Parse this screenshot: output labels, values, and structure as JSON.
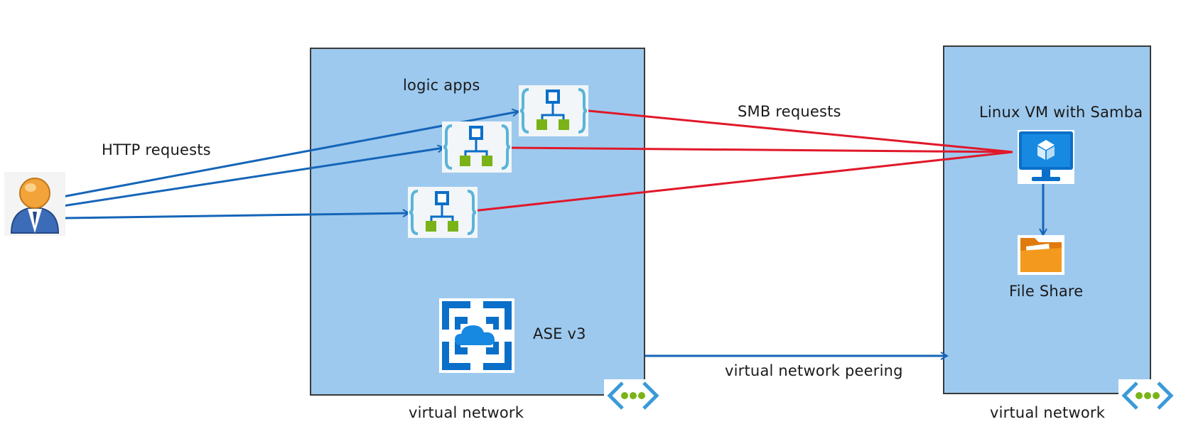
{
  "diagram": {
    "labels": {
      "http_requests": "HTTP requests",
      "logic_apps": "logic apps",
      "smb_requests": "SMB requests",
      "linux_vm": "Linux VM with Samba",
      "file_share": "File Share",
      "ase": "ASE v3",
      "peering": "virtual network peering",
      "vnet_left": "virtual network",
      "vnet_right": "virtual network"
    },
    "icons": {
      "user": "user-icon",
      "logic_app": "logic-app-icon",
      "ase": "app-service-environment-icon",
      "vm": "virtual-machine-icon",
      "file_share": "folder-icon",
      "vnet": "virtual-network-icon"
    },
    "colors": {
      "vnet_fill": "#9dc9ee",
      "http_arrow": "#1565b8",
      "smb_line": "#e0182a",
      "azure_blue": "#0a6fc9",
      "logic_green": "#7ab317",
      "folder_orange": "#f08a12"
    }
  }
}
